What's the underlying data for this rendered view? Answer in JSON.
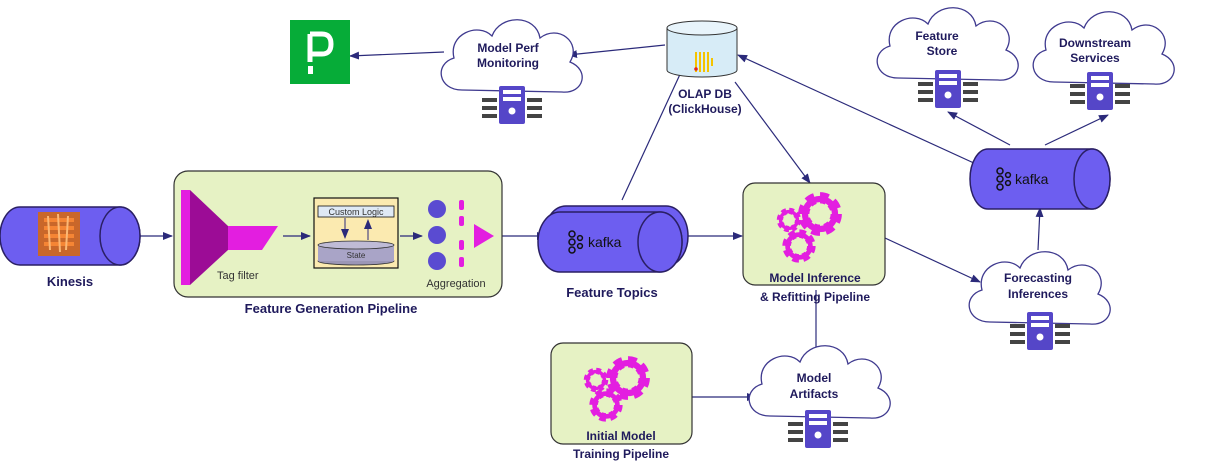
{
  "colors": {
    "purple": "#6d5ef0",
    "dark_purple": "#2a1f64",
    "arrow": "#2b2a7a",
    "cloud_stroke": "#3f3a8f",
    "pipeline_fill": "#e6f2c4",
    "magenta": "#c51fc1",
    "gear_magenta": "#e31ee0",
    "pagerduty_green": "#06ac38",
    "kinesis_orange": "#f58534",
    "db_fill": "#d7ecf7",
    "clickhouse_yellow": "#f5c400"
  },
  "labels": {
    "kinesis": "Kinesis",
    "feature_generation_pipeline": "Feature Generation Pipeline",
    "tag_filter": "Tag filter",
    "custom_logic": "Custom Logic",
    "state": "State",
    "aggregation": "Aggregation",
    "feature_topics": "Feature Topics",
    "kafka": "kafka",
    "model_inference_line1": "Model Inference",
    "model_inference_line2": "& Refitting Pipeline",
    "initial_training_line1": "Initial Model",
    "initial_training_line2": "Training Pipeline",
    "model_artifacts_line1": "Model",
    "model_artifacts_line2": "Artifacts",
    "forecasting_line1": "Forecasting",
    "forecasting_line2": "Inferences",
    "olap_line1": "OLAP DB",
    "olap_line2": "(ClickHouse)",
    "model_perf_line1": "Model Perf",
    "model_perf_line2": "Monitoring",
    "feature_store_line1": "Feature",
    "feature_store_line2": "Store",
    "downstream_line1": "Downstream",
    "downstream_line2": "Services"
  },
  "icons": [
    "kinesis-icon",
    "kafka-icon",
    "gear-icon",
    "server-icon",
    "cloud-icon",
    "database-icon",
    "clickhouse-icon",
    "pagerduty-logo",
    "funnel-icon"
  ]
}
